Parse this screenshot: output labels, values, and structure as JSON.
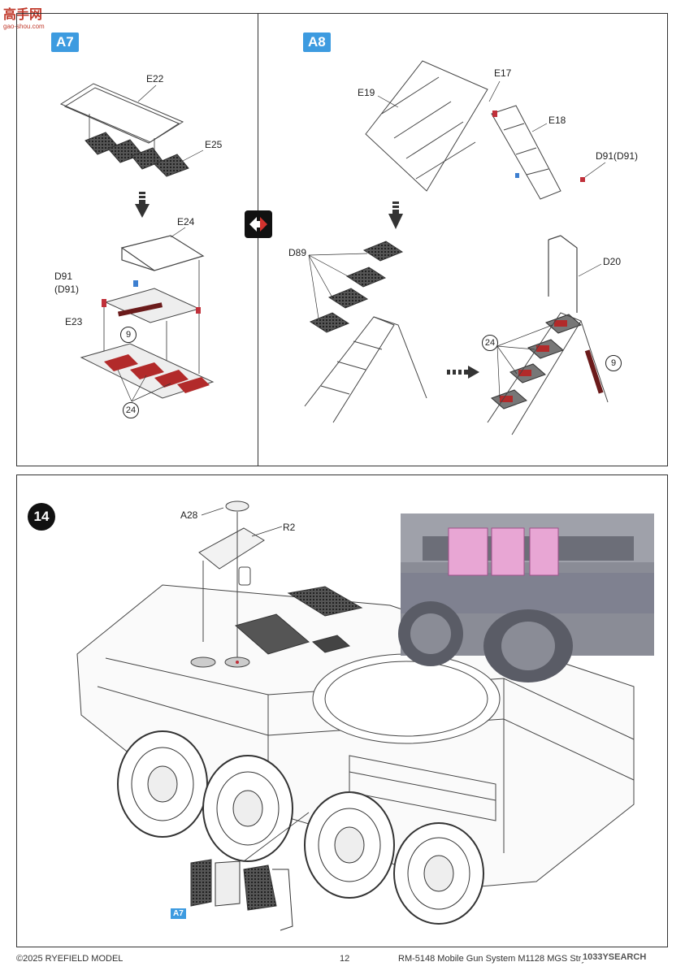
{
  "watermark": {
    "logo": "高手网",
    "url": "gao-shou.com"
  },
  "panel_a7": {
    "badge": "A7",
    "labels": {
      "e22": "E22",
      "e25": "E25",
      "e24": "E24",
      "d91": "D91",
      "d91b": "(D91)",
      "e23": "E23"
    },
    "callouts": {
      "nine": "9",
      "twentyfour": "24"
    }
  },
  "panel_a8": {
    "badge": "A8",
    "labels": {
      "e17": "E17",
      "e19": "E19",
      "e18": "E18",
      "d91": "D91(D91)",
      "d89": "D89",
      "d20": "D20"
    },
    "callouts": {
      "nine": "9",
      "twentyfour": "24"
    }
  },
  "step14": {
    "number": "14",
    "labels": {
      "a28": "A28",
      "r2": "R2"
    },
    "sub_badge": "A7"
  },
  "footer": {
    "copyright": "©2025 RYEFIELD MODEL",
    "page": "12",
    "product": "RM-5148 Mobile Gun System M1128 MGS Stryker",
    "search_watermark": "1033YSEARCH"
  }
}
